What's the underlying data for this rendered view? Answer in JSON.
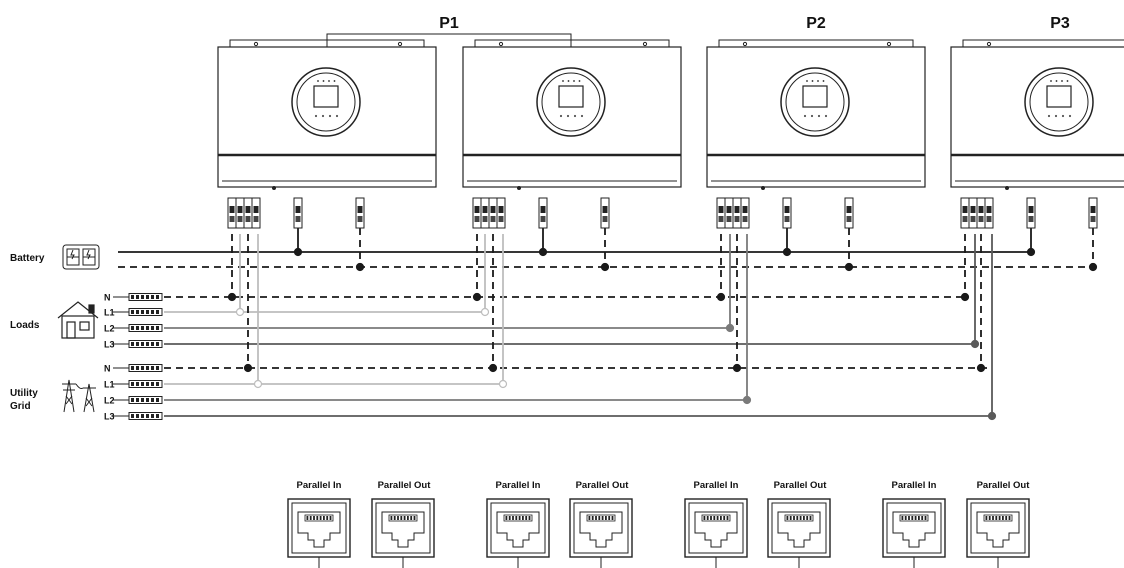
{
  "groups": [
    "P1",
    "P2",
    "P3"
  ],
  "side_labels": {
    "battery": "Battery",
    "loads": "Loads",
    "utility_line1": "Utility",
    "utility_line2": "Grid"
  },
  "load_phases": [
    "N",
    "L1",
    "L2",
    "L3"
  ],
  "grid_phases": [
    "N",
    "L1",
    "L2",
    "L3"
  ],
  "port_labels": {
    "in": "Parallel In",
    "out": "Parallel Out"
  },
  "line_colors": {
    "dark": "#1a1a1a",
    "l1": "#bdbdbd",
    "l2": "#7a7a7a",
    "l3": "#5a5a5a"
  }
}
